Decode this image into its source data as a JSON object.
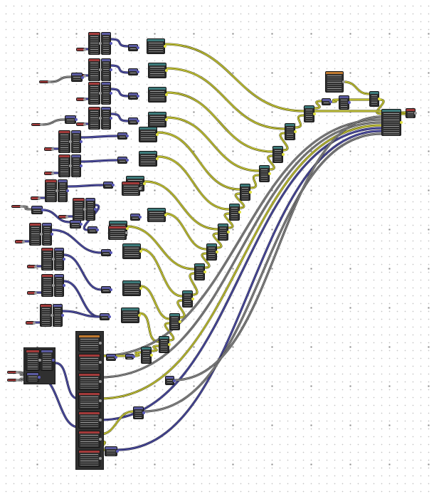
{
  "editor": {
    "view": "node-graph",
    "grid": true
  },
  "colors": {
    "background": "#ffffff",
    "node_body": "#2f2f2f",
    "wire_geometry": "#e0e040",
    "wire_geometry_core": "#7a7a1a",
    "wire_vector": "#5a5ab8",
    "wire_vector_core": "#2a2a66",
    "wire_float": "#9a9a9a",
    "wire_float_core": "#505050",
    "header_geometry": "#3c7a7a",
    "header_input": "#a33a3a",
    "header_math": "#5a5aa0",
    "header_group": "#c07a30"
  },
  "node_kinds": [
    "geometry",
    "input",
    "math",
    "group"
  ]
}
